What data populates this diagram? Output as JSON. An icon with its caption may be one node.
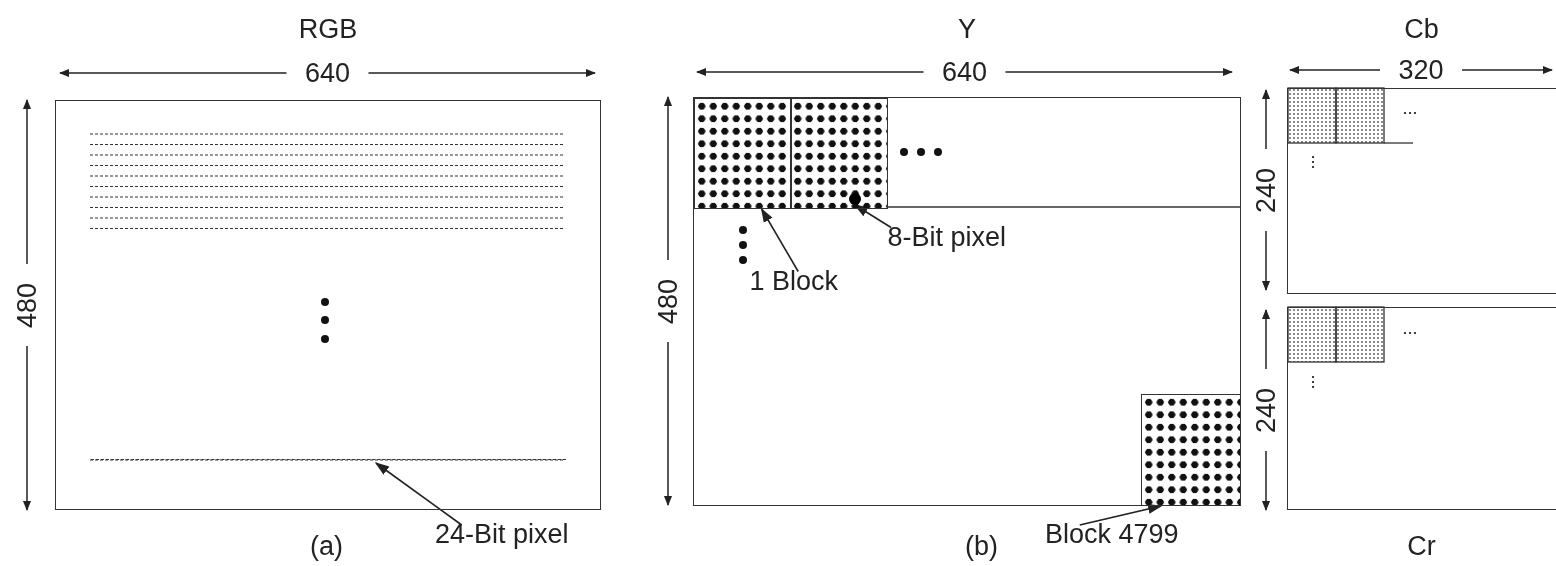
{
  "diagram": {
    "nodes": [
      {
        "text": [
          "RGB"
        ],
        "beside": [
          "(a)"
        ]
      },
      {
        "text": [
          "Y"
        ],
        "beside": [
          "(b)"
        ]
      },
      {
        "text": [],
        "shape": "box",
        "in": 1
      },
      {
        "text": [],
        "shape": "box",
        "in": 1
      },
      {
        "text": [],
        "shape": "circle",
        "in": 3
      },
      {
        "text": [],
        "shape": "box",
        "in": 1
      },
      {
        "text": [
          "Cb"
        ]
      },
      {
        "text": [
          "Cr"
        ]
      },
      {
        "text": [],
        "shape": "bar",
        "in": 0
      },
      {
        "text": [
          "24-Bit pixel"
        ]
      },
      {
        "text": [
          "1 Block"
        ],
        "in": 1
      },
      {
        "text": [
          "8-Bit pixel"
        ],
        "in": 1
      },
      {
        "text": [
          "Block 4799"
        ]
      }
    ],
    "edges": [
      {
        "from": 9,
        "to": 8,
        "arrow": "to"
      },
      {
        "from": 10,
        "to": 2,
        "arrow": "to"
      },
      {
        "from": 11,
        "to": 4,
        "arrow": "to"
      },
      {
        "from": 12,
        "to": 5,
        "arrow": "to"
      }
    ],
    "labels": [
      "640",
      "480",
      "640",
      "480",
      "320",
      "240",
      "240"
    ]
  }
}
